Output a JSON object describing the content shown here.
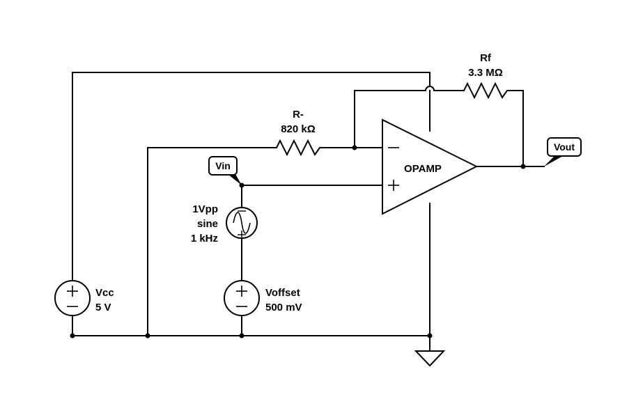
{
  "components": {
    "vcc": {
      "name": "Vcc",
      "value": "5 V"
    },
    "r_minus": {
      "name": "R-",
      "value": "820 kΩ"
    },
    "rf": {
      "name": "Rf",
      "value": "3.3 MΩ"
    },
    "opamp": {
      "name": "OPAMP"
    },
    "sine": {
      "line1": "1Vpp",
      "line2": "sine",
      "line3": "1 kHz"
    },
    "voffset": {
      "name": "Voffset",
      "value": "500 mV"
    }
  },
  "net_labels": {
    "vin": "Vin",
    "vout": "Vout"
  }
}
